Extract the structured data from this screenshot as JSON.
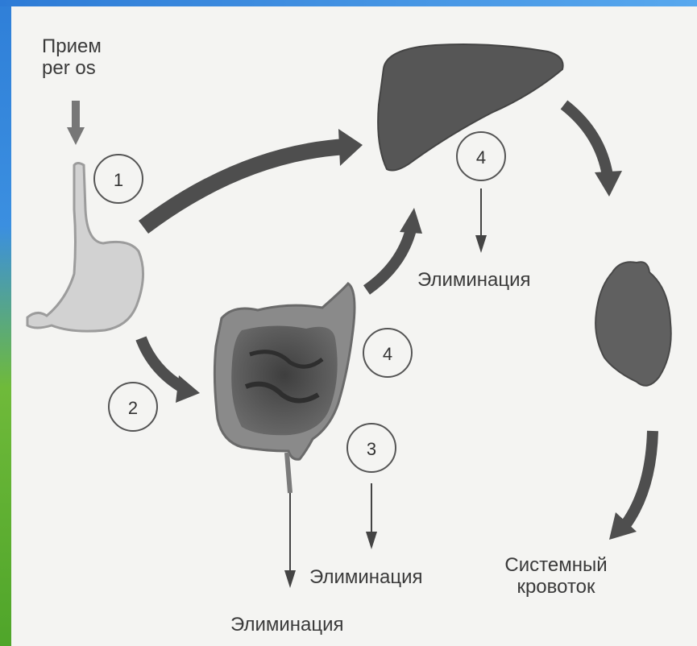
{
  "labels": {
    "intake_line1": "Прием",
    "intake_line2": "per os",
    "elim_liver": "Элиминация",
    "elim_colon_right": "Элиминация",
    "elim_colon_bottom": "Элиминация",
    "systemic_line1": "Системный",
    "systemic_line2": "кровоток"
  },
  "steps": {
    "stomach": "1",
    "stomach_to_intestine": "2",
    "intestine_elimination": "3",
    "intestine_metabolism": "4",
    "liver_metabolism": "4"
  },
  "colors": {
    "frame_blue": "#2f7fd8",
    "frame_green": "#5aad30",
    "organ_dark": "#5a5a5a",
    "stomach_light": "#d2d2d2",
    "text": "#3a3a3a"
  }
}
